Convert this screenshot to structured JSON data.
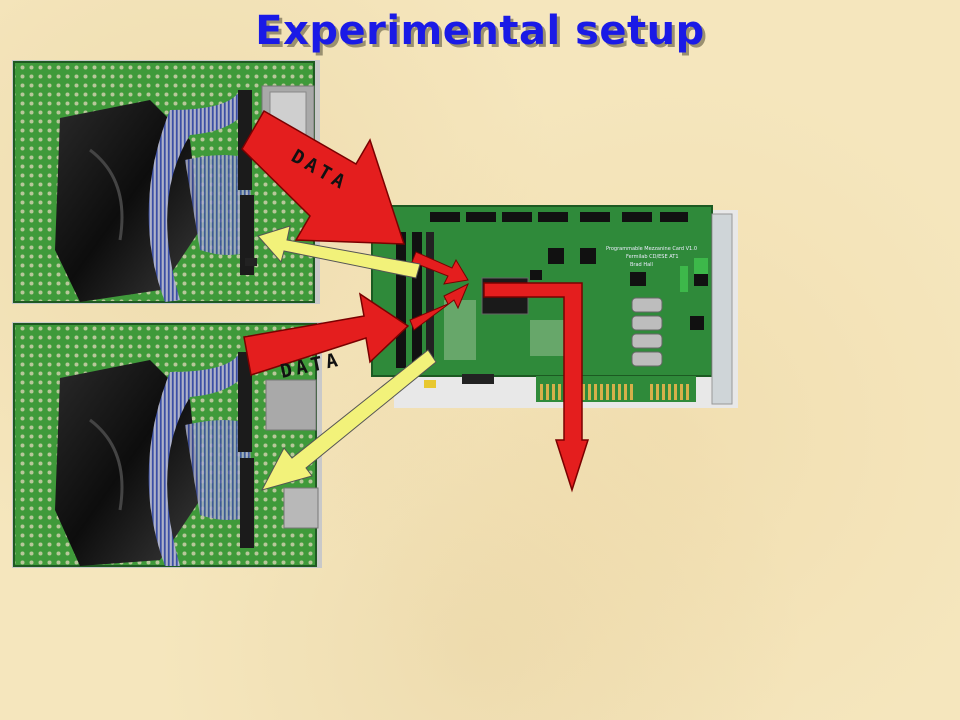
{
  "title": "Experimental setup",
  "labels": {
    "data_top": "DATA",
    "data_bottom": "DATA"
  },
  "colors": {
    "title": "#1a1ae6",
    "data_arrow": "#e41e1e",
    "return_arrow": "#f2f27a",
    "pcb_green": "#2f8a3a",
    "background": "#f5e6bd"
  }
}
